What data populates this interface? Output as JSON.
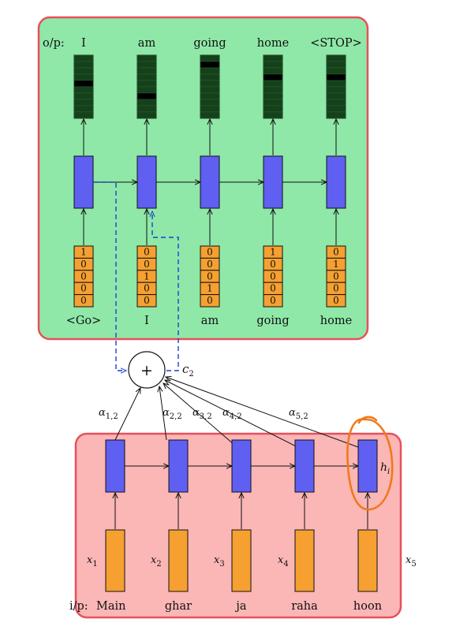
{
  "decoder": {
    "output_prefix": "o/p:",
    "outputs": [
      "I",
      "am",
      "going",
      "home",
      "<STOP>"
    ],
    "inputs": [
      "<Go>",
      "I",
      "am",
      "going",
      "home"
    ],
    "input_onehot": [
      [
        "1",
        "0",
        "0",
        "0",
        "0"
      ],
      [
        "0",
        "0",
        "1",
        "0",
        "0"
      ],
      [
        "0",
        "0",
        "0",
        "1",
        "0"
      ],
      [
        "1",
        "0",
        "0",
        "0",
        "0"
      ],
      [
        "0",
        "1",
        "0",
        "0",
        "0"
      ]
    ],
    "output_highlight": [
      "row-4",
      "row-6",
      "row-1",
      "row-3",
      "row-3"
    ]
  },
  "attention": {
    "sum_symbol": "+",
    "context_label": "c",
    "context_sub": "2",
    "weights": [
      {
        "base": "α",
        "sub": "1,2"
      },
      {
        "base": "α",
        "sub": "2,2"
      },
      {
        "base": "α",
        "sub": "3,2"
      },
      {
        "base": "α",
        "sub": "4,2"
      },
      {
        "base": "α",
        "sub": "5,2"
      }
    ]
  },
  "encoder": {
    "input_prefix": "i/p:",
    "words": [
      "Main",
      "ghar",
      "ja",
      "raha",
      "hoon"
    ],
    "x_labels": [
      {
        "base": "x",
        "sub": "1"
      },
      {
        "base": "x",
        "sub": "2"
      },
      {
        "base": "x",
        "sub": "3"
      },
      {
        "base": "x",
        "sub": "4"
      },
      {
        "base": "x",
        "sub": "5"
      }
    ],
    "hidden_label": {
      "base": "h",
      "sub": "i"
    }
  },
  "colors": {
    "decoder_bg": "#8fe8a8",
    "encoder_bg": "#fbb6b6",
    "panel_border": "#e8505a",
    "rnn_cell": "#5f5ff2",
    "input_box": "#f5a030",
    "output_dark": "#14401a",
    "output_black": "#000000",
    "dashed_link": "#1a3fd6",
    "annotation": "#f07a1a"
  }
}
